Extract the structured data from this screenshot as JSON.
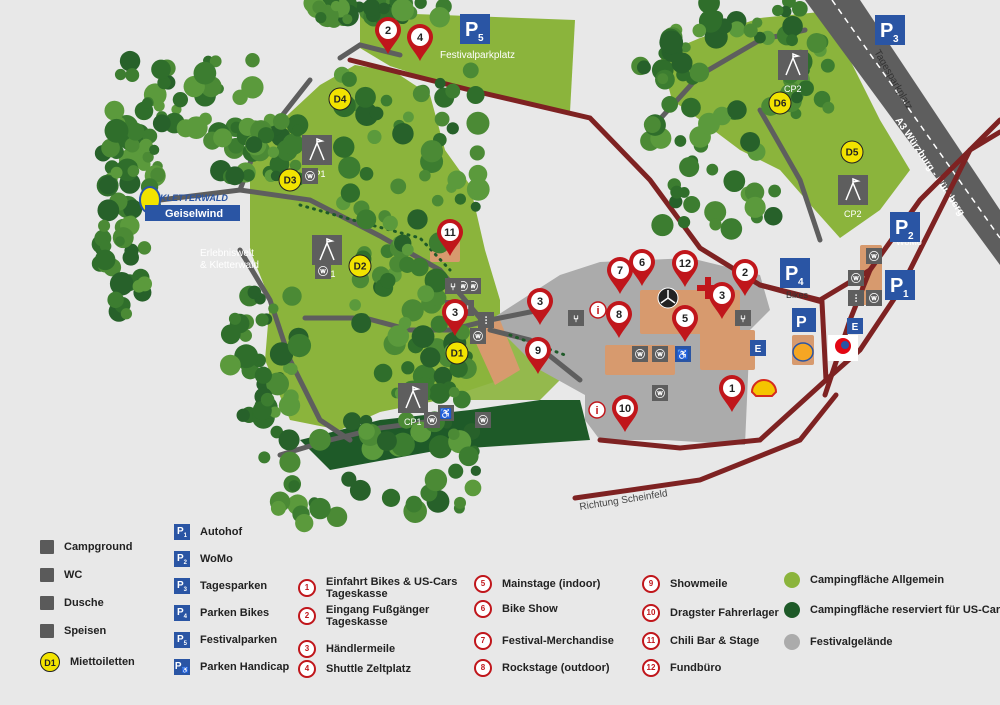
{
  "colors": {
    "general_camp": "#8bb43c",
    "uscars_camp": "#1e5a28",
    "festival": "#ababab",
    "road": "#7e2222",
    "highway": "#5a5a5a",
    "pin": "#c0161b",
    "parking": "#2a55a4",
    "toilet": "#f2e300",
    "tree_dark": "#2f6e2b",
    "tree_mid": "#4b8a35"
  },
  "map": {
    "logo_top": "KLETTERWALD",
    "logo_bottom": "Geiselwind",
    "label_erlebnis": "Erlebniswelt\n& Kletterwald",
    "label_festivalparkplatz": "Festivalparkplatz",
    "label_tagesparkplatz": "Tagesparkplatz",
    "label_highway": "A3 Würzburg - Nürnberg",
    "label_scheinfeld": "Richtung Scheinfeld",
    "label_womo": "WoMo",
    "label_bikes": "Bikes",
    "parking": [
      {
        "id": "P5",
        "num": "5"
      },
      {
        "id": "P3",
        "num": "3"
      },
      {
        "id": "P2",
        "num": "2"
      },
      {
        "id": "P4",
        "num": "4"
      },
      {
        "id": "P1",
        "num": "1"
      }
    ],
    "campgrounds": [
      "CP1",
      "CP1",
      "CP1",
      "CP2",
      "CP2"
    ],
    "toilets": [
      "D1",
      "D2",
      "D3",
      "D4",
      "D5",
      "D6"
    ],
    "pins": [
      "2",
      "4",
      "11",
      "3",
      "3",
      "9",
      "7",
      "6",
      "12",
      "2",
      "3",
      "8",
      "5",
      "1",
      "10"
    ],
    "icons": [
      "wc-icon",
      "food-icon",
      "shower-icon",
      "accessible-icon",
      "info-icon",
      "first-aid-icon",
      "mercedes-logo",
      "shell-logo",
      "burger-king-logo",
      "edeka-logo",
      "totalenergies-logo"
    ]
  },
  "legend": {
    "col1": [
      {
        "icon": "campground-icon",
        "label": "Campground"
      },
      {
        "icon": "wc-icon",
        "label": "WC"
      },
      {
        "icon": "shower-icon",
        "label": "Dusche"
      },
      {
        "icon": "food-icon",
        "label": "Speisen"
      },
      {
        "icon": "D1",
        "label": "Miettoiletten"
      }
    ],
    "col2": [
      {
        "icon": "P1",
        "sub": "1",
        "label": "Autohof"
      },
      {
        "icon": "P2",
        "sub": "2",
        "label": "WoMo"
      },
      {
        "icon": "P3",
        "sub": "3",
        "label": "Tagesparken"
      },
      {
        "icon": "P4",
        "sub": "4",
        "label": "Parken Bikes"
      },
      {
        "icon": "P5",
        "sub": "5",
        "label": "Festivalparken"
      },
      {
        "icon": "P",
        "sub": "♿",
        "label": "Parken Handicap"
      }
    ],
    "col3": [
      {
        "num": "1",
        "label": "Einfahrt Bikes & US-Cars\nTageskasse"
      },
      {
        "num": "2",
        "label": "Eingang Fußgänger\nTageskasse"
      },
      {
        "num": "3",
        "label": "Händlermeile"
      },
      {
        "num": "4",
        "label": "Shuttle Zeltplatz"
      }
    ],
    "col4": [
      {
        "num": "5",
        "label": "Mainstage (indoor)"
      },
      {
        "num": "6",
        "label": "Bike Show"
      },
      {
        "num": "7",
        "label": "Festival-Merchandise"
      },
      {
        "num": "8",
        "label": "Rockstage (outdoor)"
      }
    ],
    "col5": [
      {
        "num": "9",
        "label": "Showmeile"
      },
      {
        "num": "10",
        "label": "Dragster Fahrerlager"
      },
      {
        "num": "11",
        "label": "Chili Bar & Stage"
      },
      {
        "num": "12",
        "label": "Fundbüro"
      }
    ],
    "col6": [
      {
        "color": "#8bb43c",
        "label": "Campingfläche Allgemein"
      },
      {
        "color": "#1e5a28",
        "label": "Campingfläche reserviert für US-Cars"
      },
      {
        "color": "#ababab",
        "label": "Festivalgelände"
      }
    ]
  }
}
